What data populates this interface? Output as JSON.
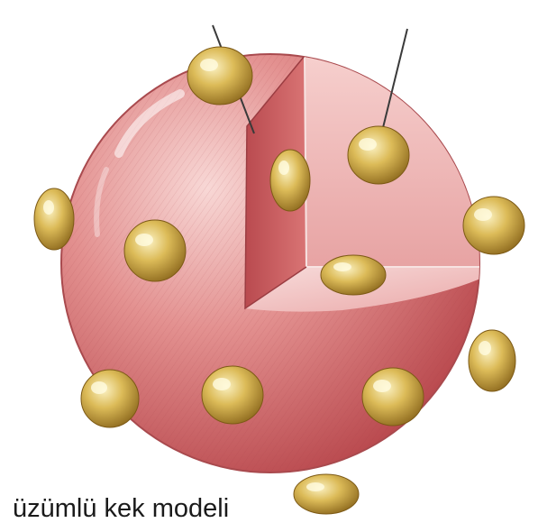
{
  "diagram": {
    "caption": "üzümlü kek modeli",
    "leader_label_left": "",
    "colors": {
      "sphere_light": "#f3c6c4",
      "sphere_mid": "#d9797a",
      "sphere_dark": "#b94b4f",
      "cutaway_light": "#f6d3d2",
      "cutaway_wall": "#c75b5d",
      "raisin_light": "#f6e7a0",
      "raisin_mid": "#d6b24e",
      "raisin_dark": "#8f6a1d",
      "leader_line": "#3a3a3a"
    },
    "raisins": [
      {
        "id": "raisin-top",
        "visible": true
      },
      {
        "id": "raisin-cut-upper",
        "visible": true
      },
      {
        "id": "raisin-cut-wall",
        "visible": true
      },
      {
        "id": "raisin-left-edge",
        "visible": true
      },
      {
        "id": "raisin-left-inner",
        "visible": true
      },
      {
        "id": "raisin-right-edge",
        "visible": true
      },
      {
        "id": "raisin-cut-floor",
        "visible": true
      },
      {
        "id": "raisin-right-lower",
        "visible": true
      },
      {
        "id": "raisin-bottom-left",
        "visible": true
      },
      {
        "id": "raisin-bottom-center",
        "visible": true
      },
      {
        "id": "raisin-bottom-right",
        "visible": true
      },
      {
        "id": "raisin-bottom",
        "visible": true
      }
    ]
  }
}
